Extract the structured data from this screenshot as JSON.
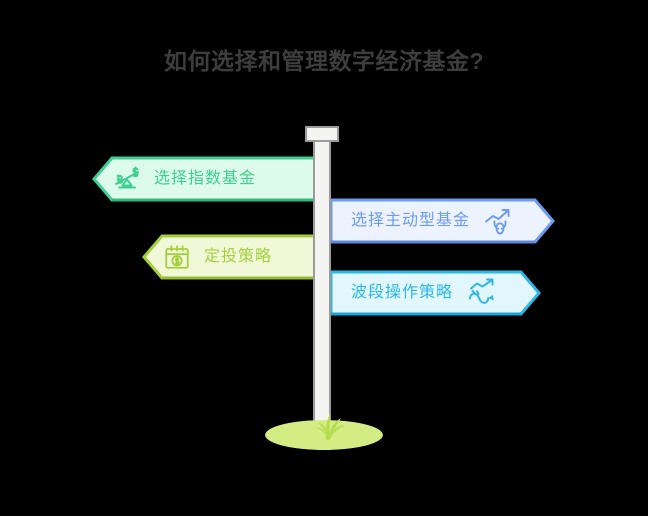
{
  "page": {
    "title": "如何选择和管理数字经济基金?",
    "background_color": "#000000",
    "title_color": "#3d3d3d"
  },
  "signpost": {
    "post_color": "#f4f4f2",
    "post_border_color": "#9b9b9b",
    "mound_color": "#d3ec83",
    "grass_color": "#a5ce3f"
  },
  "signs": [
    {
      "id": "index-fund",
      "label": "选择指数基金",
      "direction": "left",
      "icon": "balance-scale-bitcoin-dollar-icon",
      "fill_color": "#ddfbeb",
      "border_color": "#3ecf92",
      "text_color": "#3ecf92"
    },
    {
      "id": "dca",
      "label": "定投策略",
      "direction": "left",
      "icon": "calendar-dollar-icon",
      "fill_color": "#f0f8d8",
      "border_color": "#a5ce3f",
      "text_color": "#a5ce3f"
    },
    {
      "id": "active-fund",
      "label": "选择主动型基金",
      "direction": "right",
      "icon": "bull-up-arrow-icon",
      "fill_color": "#edf3fe",
      "border_color": "#6e9bf0",
      "text_color": "#6e9bf0"
    },
    {
      "id": "swing",
      "label": "波段操作策略",
      "direction": "right",
      "icon": "wave-trend-arrow-icon",
      "fill_color": "#e2f6fd",
      "border_color": "#2eb8e6",
      "text_color": "#2eb8e6"
    }
  ]
}
